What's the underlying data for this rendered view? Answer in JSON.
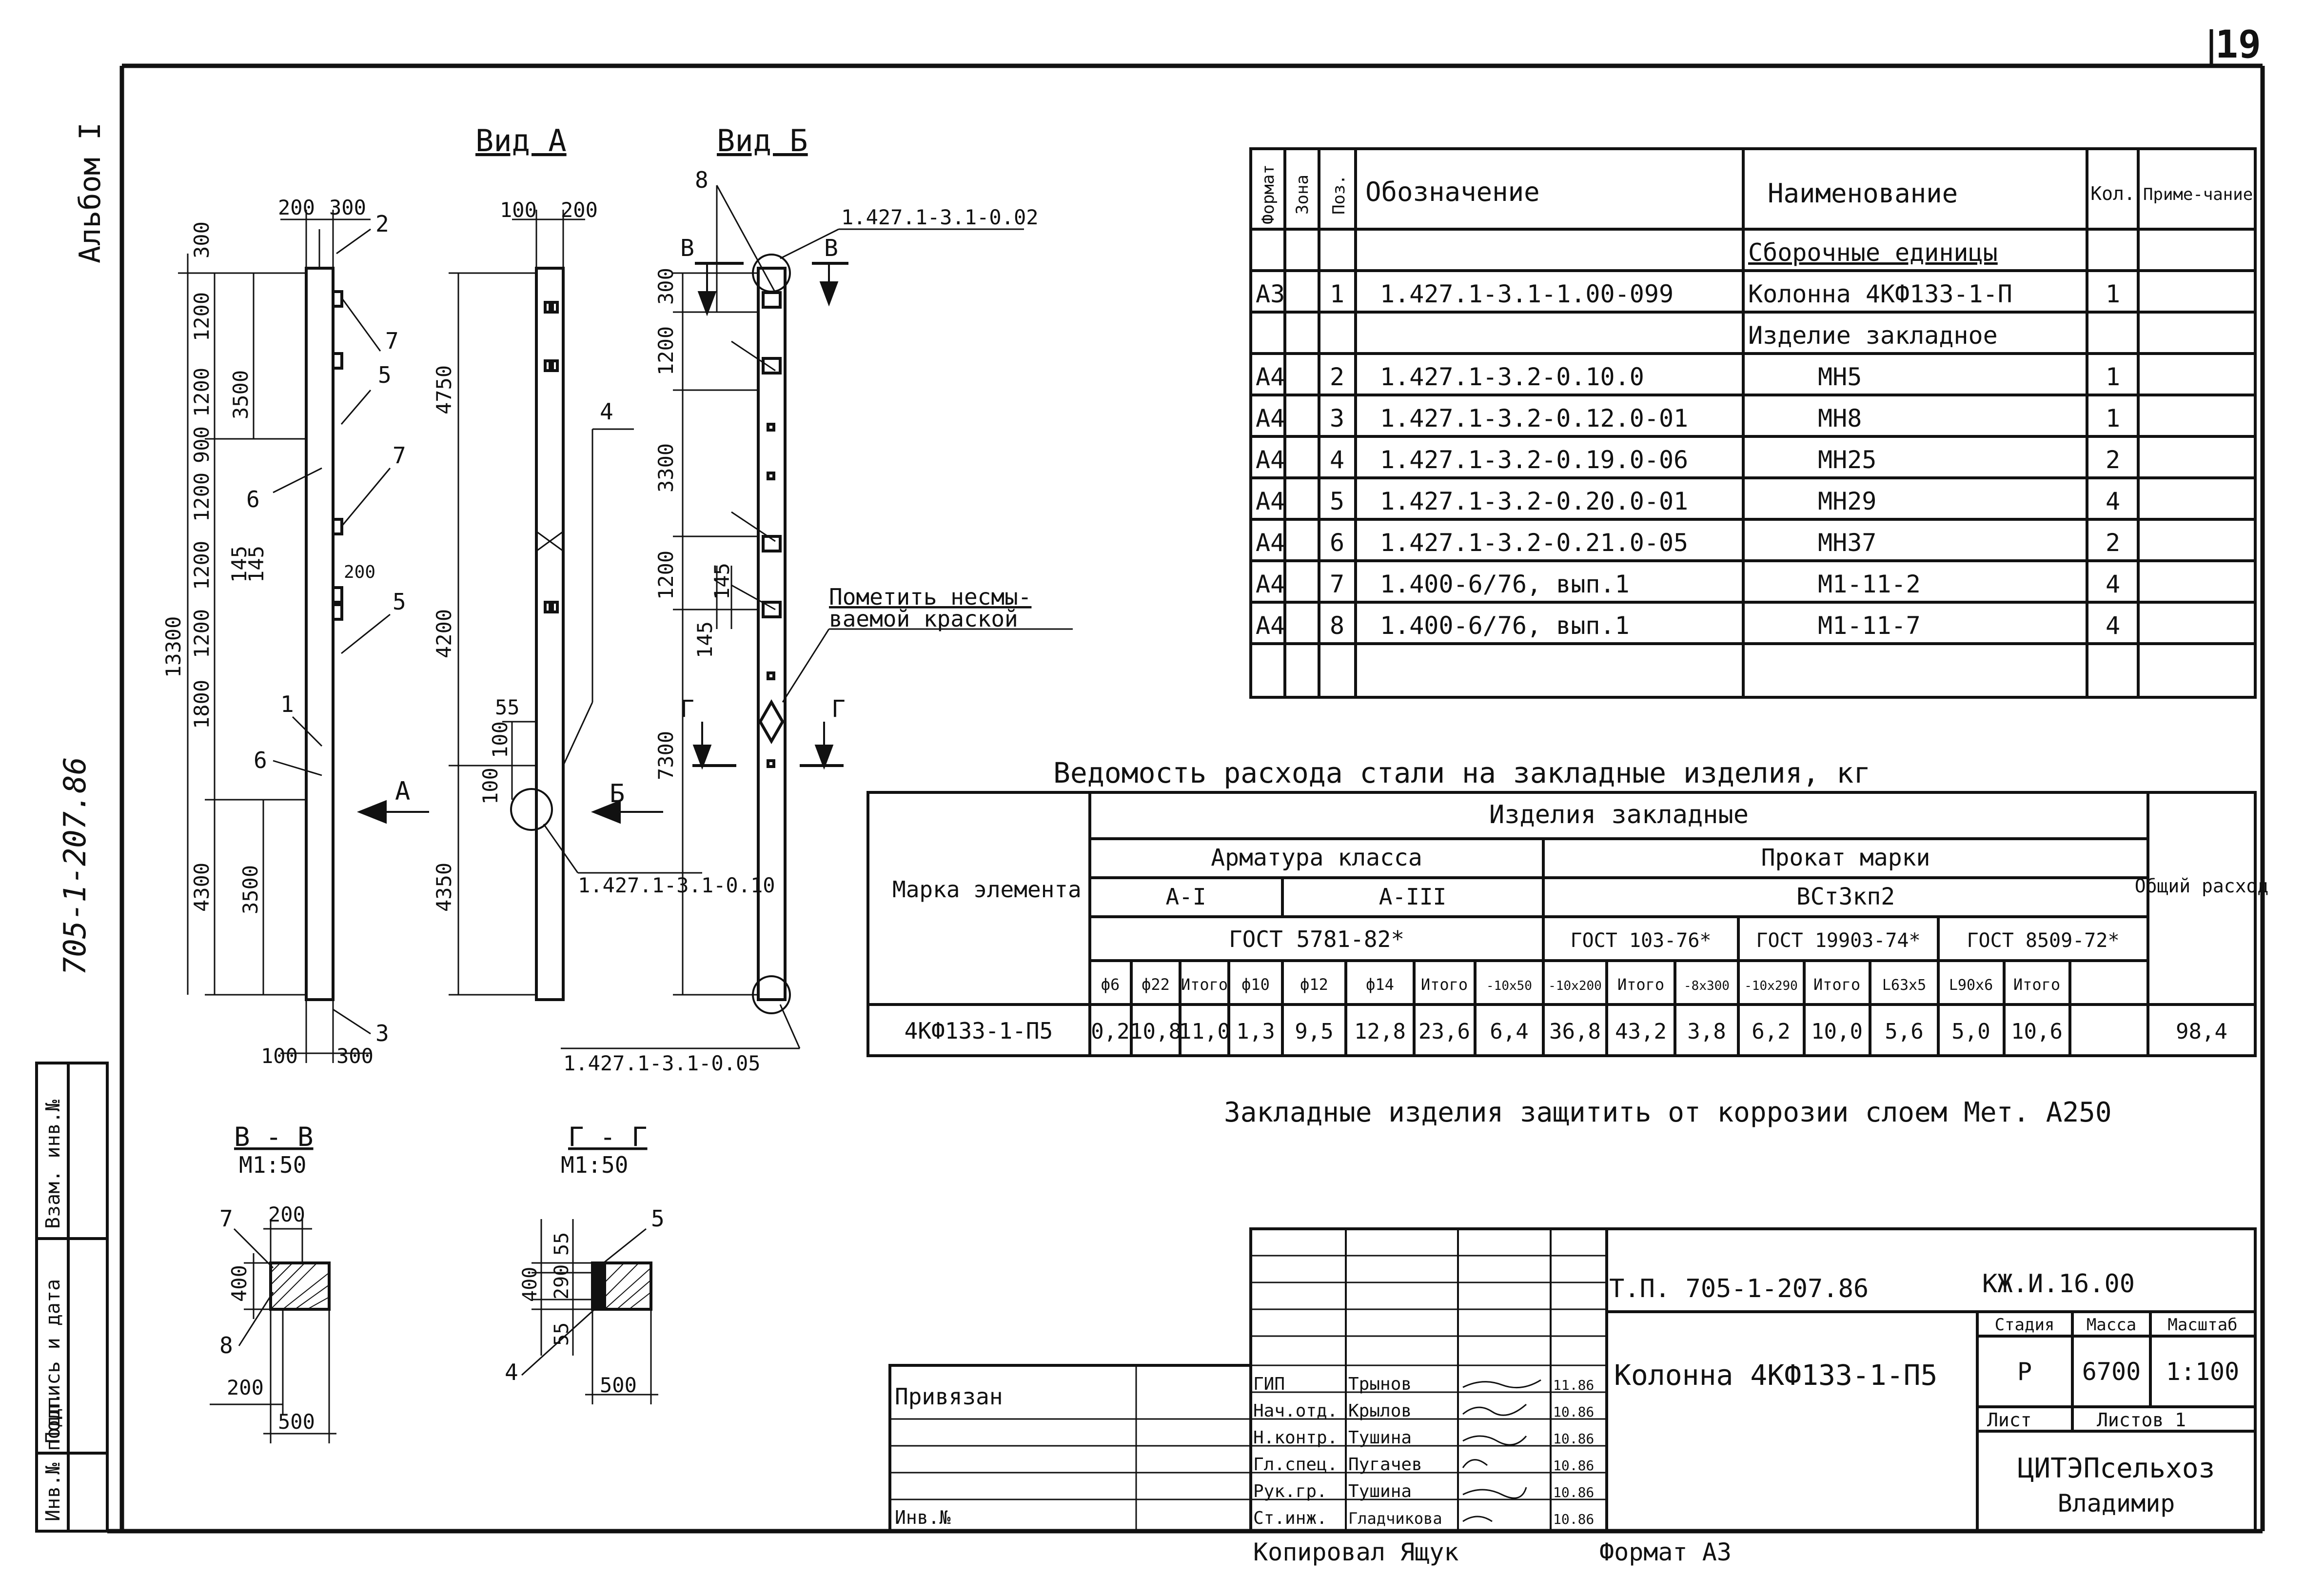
{
  "sheet": {
    "number": "19",
    "album": "Альбом I",
    "side_code": "705-1-207.86"
  },
  "spec_table": {
    "headers": {
      "format": "Формат",
      "zone": "Зона",
      "pos": "Поз.",
      "designation": "Обозначение",
      "name": "Наименование",
      "qty": "Кол.",
      "note": "Приме-чание"
    },
    "rows": [
      {
        "format": "",
        "pos": "",
        "designation": "",
        "name": "Сборочные единицы",
        "qty": ""
      },
      {
        "format": "А3",
        "pos": "1",
        "designation": "1.427.1-3.1-1.00-099",
        "name": "Колонна 4КФ133-1-П",
        "qty": "1"
      },
      {
        "format": "",
        "pos": "",
        "designation": "",
        "name": "Изделие закладное",
        "qty": ""
      },
      {
        "format": "А4",
        "pos": "2",
        "designation": "1.427.1-3.2-0.10.0",
        "name": "МН5",
        "qty": "1"
      },
      {
        "format": "А4",
        "pos": "3",
        "designation": "1.427.1-3.2-0.12.0-01",
        "name": "МН8",
        "qty": "1"
      },
      {
        "format": "А4",
        "pos": "4",
        "designation": "1.427.1-3.2-0.19.0-06",
        "name": "МН25",
        "qty": "2"
      },
      {
        "format": "А4",
        "pos": "5",
        "designation": "1.427.1-3.2-0.20.0-01",
        "name": "МН29",
        "qty": "4"
      },
      {
        "format": "А4",
        "pos": "6",
        "designation": "1.427.1-3.2-0.21.0-05",
        "name": "МН37",
        "qty": "2"
      },
      {
        "format": "А4",
        "pos": "7",
        "designation": "1.400-6/76, вып.1",
        "name": "М1-11-2",
        "qty": "4"
      },
      {
        "format": "А4",
        "pos": "8",
        "designation": "1.400-6/76, вып.1",
        "name": "М1-11-7",
        "qty": "4"
      }
    ]
  },
  "steel_table": {
    "title": "Ведомость расхода стали на закладные изделия, кг",
    "mark_header": "Марка элемента",
    "izdeliya": "Изделия закладные",
    "armatura": "Арматура класса",
    "prokat": "Прокат марки",
    "a1": "А-I",
    "a3": "А-III",
    "vst": "ВСт3кп2",
    "gost_a": "ГОСТ 5781-82*",
    "gost_b": "ГОСТ 103-76*",
    "gost_c": "ГОСТ 19903-74*",
    "gost_d": "ГОСТ 8509-72*",
    "total_header": "Общий расход",
    "cols": [
      "ф6",
      "ф22",
      "Итого",
      "ф10",
      "ф12",
      "ф14",
      "Итого",
      "-10х50",
      "-10х200",
      "Итого",
      "-8х300",
      "-10х290",
      "Итого",
      "L63х5",
      "L90х6",
      "Итого"
    ],
    "row": {
      "mark": "4КФ133-1-П5",
      "values": [
        "0,2",
        "10,8",
        "11,0",
        "1,3",
        "9,5",
        "12,8",
        "23,6",
        "6,4",
        "36,8",
        "43,2",
        "3,8",
        "6,2",
        "10,0",
        "5,6",
        "5,0",
        "10,6"
      ],
      "total": "98,4"
    }
  },
  "note": "Закладные изделия защитить от коррозии слоем Мет. А250",
  "paint_note": {
    "line1": "Пометить несмы-",
    "line2": "ваемой краской"
  },
  "views": {
    "main": {
      "top_dims": [
        "200",
        "300"
      ],
      "outer": "13300",
      "inner": [
        "300",
        "1200",
        "1200",
        "900",
        "1200",
        "1200",
        "145",
        "145",
        "1200",
        "1800",
        "4300"
      ],
      "dim_3500_a": "3500",
      "dim_3500_b": "3500",
      "bottom_dims": [
        "100",
        "300"
      ],
      "callouts": [
        "2",
        "7",
        "5",
        "6",
        "7",
        "5",
        "1",
        "6",
        "3",
        "200"
      ],
      "arrow_label": "А"
    },
    "vid_a": {
      "title": "Вид А",
      "top_dims": [
        "100",
        "200"
      ],
      "dims": [
        "4750",
        "4200",
        "4350",
        "55",
        "100",
        "100"
      ],
      "callouts": [
        "4"
      ],
      "arrow_label": "Б",
      "ref": "1.427.1-3.1-0.10"
    },
    "vid_b": {
      "title": "Вид Б",
      "dims": [
        "300",
        "1200",
        "3300",
        "1200",
        "145",
        "145",
        "7300"
      ],
      "callouts": [
        "8"
      ],
      "section_labels": [
        "В",
        "В",
        "Г",
        "Г"
      ],
      "ref_top": "1.427.1-3.1-0.02",
      "ref_bottom": "1.427.1-3.1-0.05"
    },
    "section_v": {
      "title": "В - В",
      "scale": "М1:50",
      "dims": [
        "200",
        "400",
        "200",
        "500"
      ],
      "callouts": [
        "7",
        "8"
      ]
    },
    "section_g": {
      "title": "Г - Г",
      "scale": "М1:50",
      "dims": [
        "55",
        "290",
        "55",
        "400",
        "500"
      ],
      "callouts": [
        "5",
        "4"
      ]
    }
  },
  "stamp": {
    "project": "Т.П. 705-1-207.86",
    "code": "КЖ.И.16.00",
    "title": "Колонна 4КФ133-1-П5",
    "stage_h": "Стадия",
    "mass_h": "Масса",
    "scale_h": "Масштаб",
    "stage": "Р",
    "mass": "6700",
    "scale": "1:100",
    "sheet_h": "Лист",
    "sheets_h": "Листов 1",
    "org1": "ЦИТЭПсельхоз",
    "org2": "Владимир",
    "people": [
      {
        "role": "ГИП",
        "name": "Трынов",
        "date": "11.86"
      },
      {
        "role": "Нач.отд.",
        "name": "Крылов",
        "date": "10.86"
      },
      {
        "role": "Н.контр.",
        "name": "Тушина",
        "date": "10.86"
      },
      {
        "role": "Гл.спец.",
        "name": "Пугачев",
        "date": "10.86"
      },
      {
        "role": "Рук.гр.",
        "name": "Тушина",
        "date": "10.86"
      },
      {
        "role": "Ст.инж.",
        "name": "Гладчикова",
        "date": "10.86"
      }
    ],
    "privyazan": "Привязан",
    "inv": "Инв.№",
    "kopiroval": "Копировал Ящук",
    "format": "Формат А3"
  },
  "left_strip": [
    "Инв.№ подл.",
    "Подпись и дата",
    "Взам. инв.№"
  ]
}
